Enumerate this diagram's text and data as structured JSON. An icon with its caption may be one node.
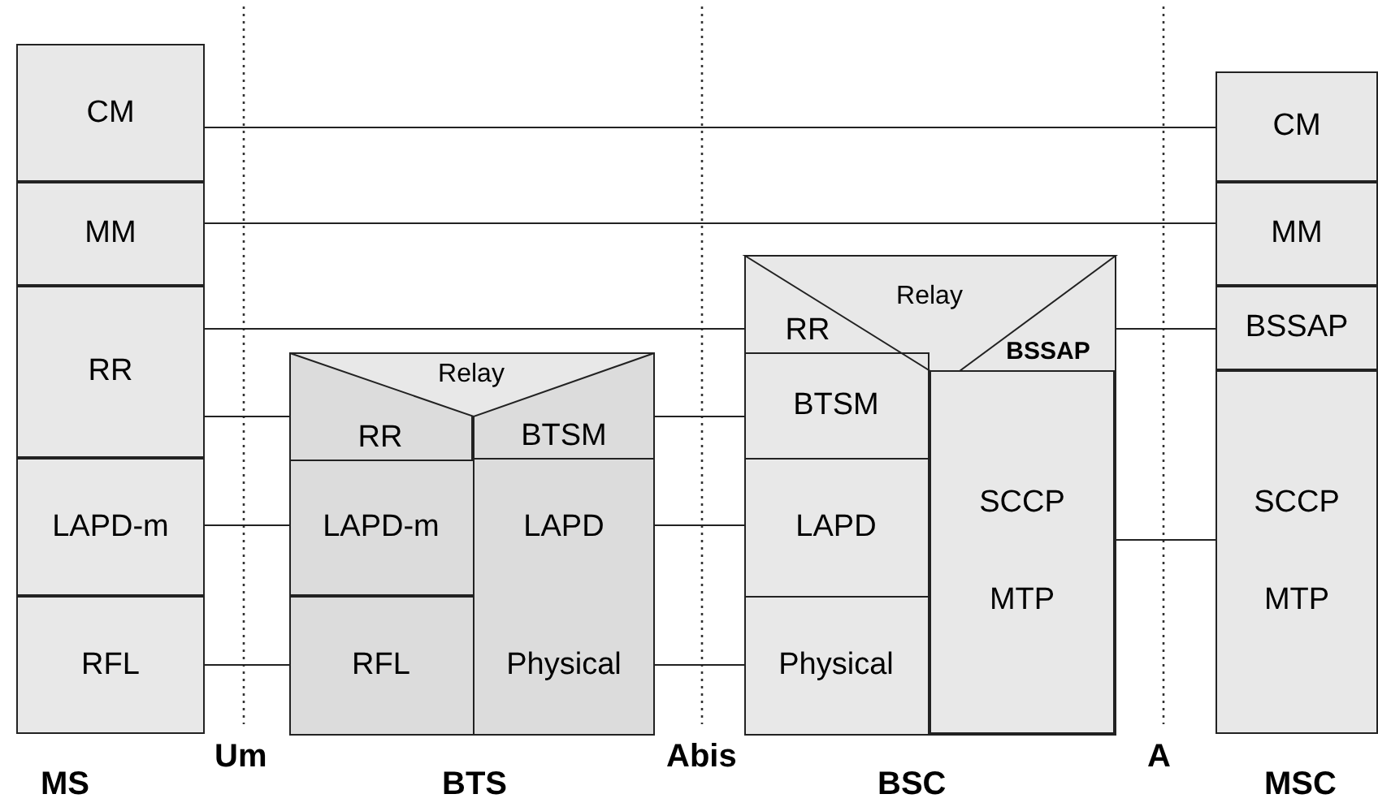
{
  "diagram": {
    "nodes": [
      {
        "text": [
          "CM"
        ]
      },
      {
        "text": [
          "MM"
        ]
      },
      {
        "text": [
          "RR"
        ]
      },
      {
        "text": [
          "LAPD-m"
        ]
      },
      {
        "text": [
          "RFL"
        ]
      },
      {
        "text": [
          "Relay"
        ]
      },
      {
        "text": [
          "RR"
        ]
      },
      {
        "text": [
          "BTSM"
        ]
      },
      {
        "text": [
          "LAPD-m"
        ]
      },
      {
        "text": [
          "LAPD"
        ]
      },
      {
        "text": [
          "RFL"
        ]
      },
      {
        "text": [
          "Physical"
        ]
      },
      {
        "text": [
          "Relay"
        ]
      },
      {
        "text": [
          "RR"
        ]
      },
      {
        "text": [
          "BSSAP"
        ]
      },
      {
        "text": [
          "BTSM"
        ]
      },
      {
        "text": [
          "LAPD"
        ]
      },
      {
        "text": [
          "Physical"
        ]
      },
      {
        "text": [
          "SCCP",
          "MTP"
        ]
      },
      {
        "text": [
          "CM"
        ]
      },
      {
        "text": [
          "MM"
        ]
      },
      {
        "text": [
          "BSSAP"
        ]
      },
      {
        "text": [
          "SCCP",
          "MTP"
        ]
      }
    ],
    "edges": [
      {
        "from": 0,
        "to": 19,
        "arrow": "none"
      },
      {
        "from": 1,
        "to": 20,
        "arrow": "none"
      },
      {
        "from": 2,
        "to": 13,
        "arrow": "none"
      },
      {
        "from": 2,
        "to": 6,
        "arrow": "none"
      },
      {
        "from": 7,
        "to": 15,
        "arrow": "none"
      },
      {
        "from": 3,
        "to": 8,
        "arrow": "none"
      },
      {
        "from": 9,
        "to": 16,
        "arrow": "none"
      },
      {
        "from": 4,
        "to": 10,
        "arrow": "none"
      },
      {
        "from": 11,
        "to": 17,
        "arrow": "none"
      },
      {
        "from": 14,
        "to": 21,
        "arrow": "none"
      },
      {
        "from": 18,
        "to": 22,
        "arrow": "none"
      }
    ],
    "labels": [
      "MS",
      "Um",
      "BTS",
      "Abis",
      "BSC",
      "A",
      "MSC"
    ]
  }
}
